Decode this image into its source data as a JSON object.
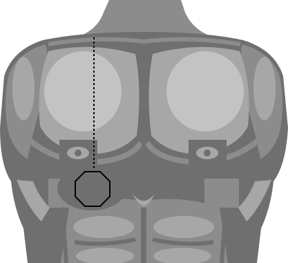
{
  "diagram": {
    "subject": "male-torso-front",
    "colors": {
      "background": "#ffffff",
      "skin_dark": "#6f6f6f",
      "skin_mid": "#8c8c8c",
      "skin_light": "#a7a7a7",
      "skin_highlight": "#c3c3c3",
      "outline": "#000000"
    },
    "marker": {
      "shape": "octagon",
      "line_style": "dotted-vertical"
    }
  }
}
